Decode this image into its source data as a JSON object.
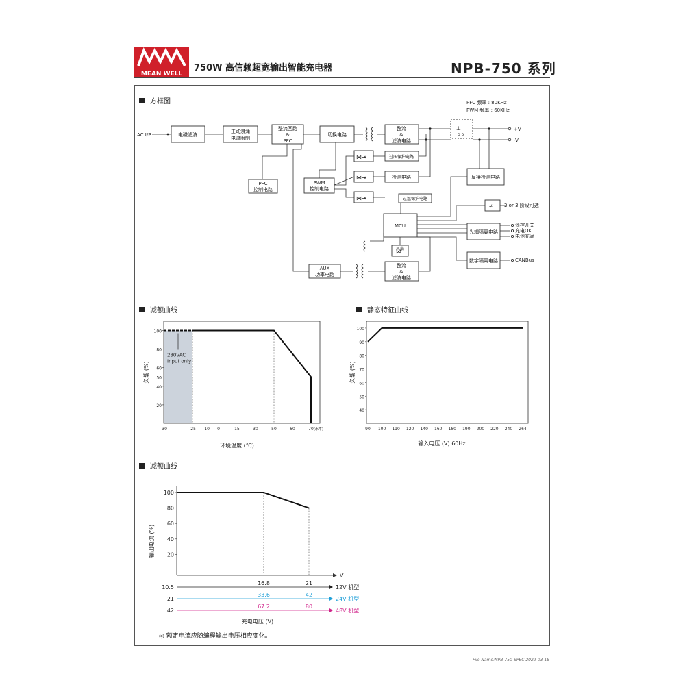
{
  "header": {
    "brand": "MEAN WELL",
    "subtitle": "750W 高信赖超宽输出智能充电器",
    "series": "NPB-750 系列",
    "colors": {
      "brand_red": "#d0202a"
    }
  },
  "sections": {
    "block_diagram": "方框图",
    "derating": "减额曲线",
    "static": "静态特征曲线",
    "derating2": "减额曲线"
  },
  "block_diagram": {
    "pfc_freq": "PFC 频率 : 80KHz",
    "pwm_freq": "PWM 频率 : 60KHz",
    "input": "AC I/P",
    "emi": "电磁滤波",
    "inrush": [
      "主动浪涌",
      "电流限制"
    ],
    "rect_pfc": [
      "整流回路",
      "&",
      "PFC"
    ],
    "switch": "切换电路",
    "rect_filter": [
      "整流",
      "&",
      "滤波电路"
    ],
    "pfc_ctrl": [
      "PFC",
      "控制电路"
    ],
    "pwm_ctrl": [
      "PWM",
      "控制电路"
    ],
    "ovp": "过压保护电路",
    "detect": "检测电路",
    "otp": "过温保护电路",
    "reverse": "反接检测电路",
    "mcu": "MCU",
    "opto": "光耦隔离电路",
    "digital": "数字隔离电路",
    "fan": "风扇",
    "aux": [
      "AUX",
      "功率电路"
    ],
    "rect_filter2": [
      "整流",
      "&",
      "滤波电路"
    ],
    "vplus": "+V",
    "vminus": "-V",
    "stage": "2 or 3 阶段可选",
    "remote": "遥控开关",
    "charged": "充电OK",
    "full": "电池充满",
    "canbus": "CANBus"
  },
  "chart_data": [
    {
      "type": "line",
      "ylabel": "负载 (%)",
      "xlabel": "环境温度 (℃)",
      "x_ticks": [
        "-30",
        "-25",
        "-10",
        "0",
        "15",
        "30",
        "50",
        "60",
        "70"
      ],
      "x_unit": "(水平)",
      "y_ticks": [
        "100",
        "80",
        "60",
        "50",
        "40",
        "20"
      ],
      "series": [
        {
          "x": [
            -25,
            50,
            70,
            70
          ],
          "y": [
            100,
            100,
            50,
            0
          ]
        }
      ],
      "dashed_segment": {
        "x": [
          -30,
          -25
        ],
        "y": [
          100,
          100
        ]
      },
      "shaded_region": {
        "x": [
          -30,
          -25
        ]
      },
      "annotation": [
        "230VAC",
        "Input only"
      ]
    },
    {
      "type": "line",
      "ylabel": "负载 (%)",
      "xlabel": "输入电压 (V) 60Hz",
      "x_ticks": [
        "90",
        "100",
        "110",
        "120",
        "140",
        "160",
        "180",
        "190",
        "200",
        "220",
        "240",
        "264"
      ],
      "y_ticks": [
        "100",
        "90",
        "80",
        "70",
        "60",
        "50",
        "40"
      ],
      "series": [
        {
          "x": [
            90,
            100,
            264
          ],
          "y": [
            90,
            100,
            100
          ]
        }
      ]
    },
    {
      "type": "line",
      "ylabel": "输出电流 (%)",
      "xlabel": "充电电压 (V)",
      "y_ticks": [
        "100",
        "80",
        "60",
        "40",
        "20"
      ],
      "series": [
        {
          "x": [
            0,
            16.8,
            21
          ],
          "y": [
            100,
            100,
            80
          ]
        }
      ],
      "axis_v_label": "V",
      "scales": [
        {
          "start": "10.5",
          "mid": "16.8",
          "end": "21",
          "model": "12V 机型",
          "color": "#222222"
        },
        {
          "start": "21",
          "mid": "33.6",
          "end": "42",
          "model": "24V 机型",
          "color": "#1e9fd8"
        },
        {
          "start": "42",
          "mid": "67.2",
          "end": "80",
          "model": "48V 机型",
          "color": "#d0238a"
        }
      ]
    }
  ],
  "note": "◎ 额定电流应随编程输出电压相应变化。",
  "footer": {
    "file": "File Name:NPB-750-SPEC   2022-03-18"
  }
}
